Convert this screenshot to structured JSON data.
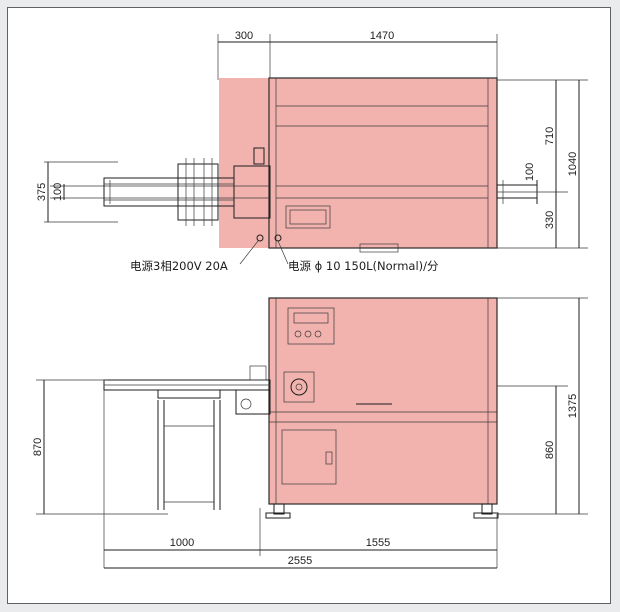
{
  "colors": {
    "machine_fill": "#f2b2ae",
    "machine_dark": "#e39e9a",
    "line": "#1e1e1e",
    "frame_bg": "#ffffff",
    "outer_bg": "#e9ebec"
  },
  "dims": {
    "top_300": "300",
    "top_1470": "1470",
    "left_375": "375",
    "left_100": "100",
    "right_100": "100",
    "right_710": "710",
    "right_1040": "1040",
    "right_330": "330",
    "side_870": "870",
    "side_860": "860",
    "side_1375": "1375",
    "bottom_1000": "1000",
    "bottom_1555": "1555",
    "bottom_2555": "2555"
  },
  "labels": {
    "power": "电源3相200V 20A",
    "air": "电源 ϕ 10 150L(Normal)/分"
  }
}
